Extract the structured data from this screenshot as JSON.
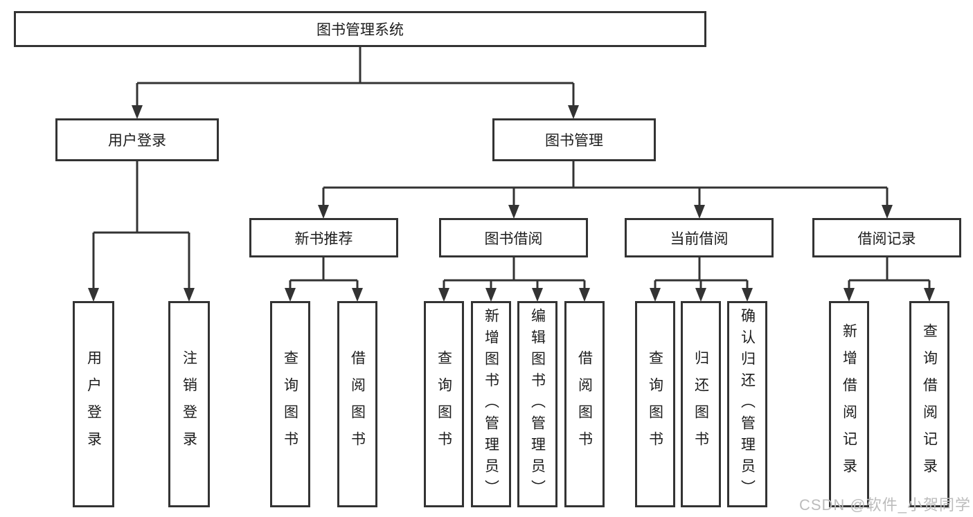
{
  "diagram": {
    "type": "tree",
    "root": {
      "label": "图书管理系统"
    },
    "branches": {
      "user_login": {
        "label": "用户登录",
        "children": [
          "用户登录",
          "注销登录"
        ]
      },
      "book_mgmt": {
        "label": "图书管理",
        "children": {
          "new_book_rec": {
            "label": "新书推荐",
            "children": [
              "查询图书",
              "借阅图书"
            ]
          },
          "book_borrow": {
            "label": "图书借阅",
            "children": [
              "查询图书",
              "新增图书（管理员）",
              "编辑图书（管理员）",
              "借阅图书"
            ]
          },
          "current_borrow": {
            "label": "当前借阅",
            "children": [
              "查询图书",
              "归还图书",
              "确认归还（管理员）"
            ]
          },
          "borrow_record": {
            "label": "借阅记录",
            "children": [
              "新增借阅记录",
              "查询借阅记录"
            ]
          }
        }
      }
    },
    "colors": {
      "line": "#333333",
      "text": "#1c1c1c",
      "background": "#ffffff"
    }
  },
  "watermark": {
    "text": "CSDN @软件_小贺同学",
    "color": "#bcbcbc"
  }
}
